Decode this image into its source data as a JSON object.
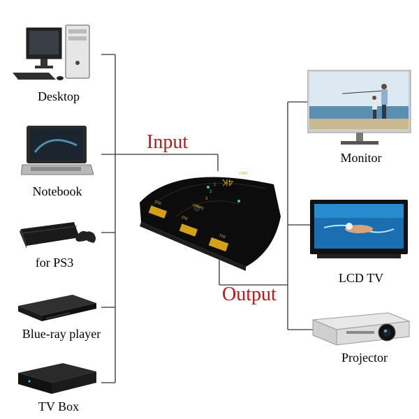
{
  "inputs_heading": "Input",
  "outputs_heading": "Output",
  "inputs": [
    {
      "label": "Desktop",
      "icon": "desktop-computer-icon"
    },
    {
      "label": "Notebook",
      "icon": "laptop-icon"
    },
    {
      "label": "for PS3",
      "icon": "game-console-icon"
    },
    {
      "label": "Blue-ray player",
      "icon": "bluray-player-icon"
    },
    {
      "label": "TV Box",
      "icon": "tv-box-icon"
    }
  ],
  "outputs": [
    {
      "label": "Monitor",
      "icon": "monitor-icon"
    },
    {
      "label": "LCD TV",
      "icon": "lcd-tv-icon"
    },
    {
      "label": "Projector",
      "icon": "projector-icon"
    }
  ],
  "switch": {
    "badge": "4K",
    "out_label": "OUT",
    "select_label": "Select",
    "port_labels": [
      "IN1",
      "IN2",
      "IN3"
    ],
    "led_numbers": [
      "1",
      "2",
      "3"
    ]
  },
  "colors": {
    "accent_text": "#c0141a",
    "line": "#333333",
    "port_gold": "#d4a017"
  }
}
